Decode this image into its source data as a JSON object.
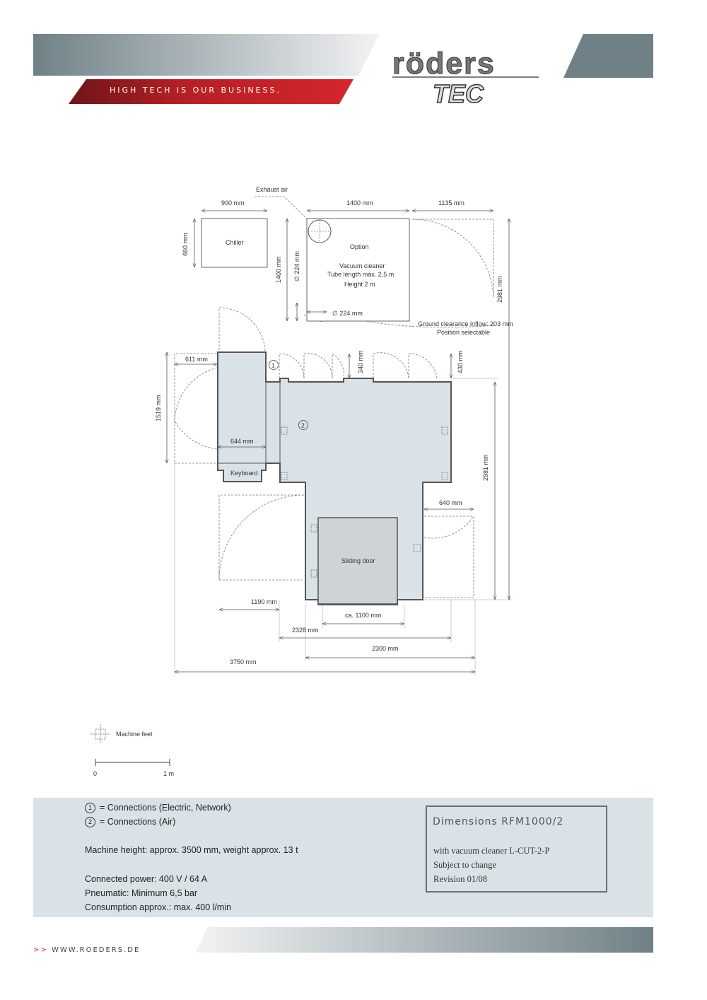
{
  "header": {
    "tagline": "HIGH TECH IS OUR BUSINESS.",
    "brand_top": "röders",
    "brand_bottom": "TEC",
    "colors": {
      "gray": "#6e7f85",
      "red": "#b51f24"
    }
  },
  "drawing": {
    "labels": {
      "exhaust": "Exhaust air",
      "chiller": "Chiller",
      "option": "Option",
      "vac1": "Vacuum cleaner",
      "vac2": "Tube length max. 2,5 m",
      "vac3": "Height 2 m",
      "ground1": "Ground clearance inflow: 203 mm",
      "ground2": "Position selectable",
      "keyboard": "Keyboard",
      "sliding": "Sliding door",
      "c1": "1",
      "c2": "2"
    },
    "dims": {
      "d900": "900 mm",
      "d1400a": "1400 mm",
      "d1135": "1135 mm",
      "d660": "660 mm",
      "d1400v": "1400 mm",
      "d224v": "∅ 224 mm",
      "d224h": "∅ 224 mm",
      "d2981a": "2981 mm",
      "d611": "611 mm",
      "d340": "340 mm",
      "d430": "430 mm",
      "d1519": "1519 mm",
      "d644": "644 mm",
      "d2981b": "2981 mm",
      "d640": "640 mm",
      "d1190": "1190 mm",
      "d1100": "ca. 1100 mm",
      "d2328": "2328 mm",
      "d2300": "2300 mm",
      "d3750": "3750 mm"
    },
    "legend_feet": "Machine feet",
    "scale_0": "0",
    "scale_1": "1 m"
  },
  "info": {
    "c1_num": "1",
    "c1_text": "= Connections (Electric, Network)",
    "c2_num": "2",
    "c2_text": "= Connections (Air)",
    "height": "Machine height: approx. 3500 mm, weight approx. 13 t",
    "power": "Connected power: 400 V / 64 A",
    "pneumatic": "Pneumatic: Minimum 6,5 bar",
    "consumption": "Consumption approx.: max. 400 l/min",
    "box_title": "Dimensions RFM1000/2",
    "box_l1": "with vacuum cleaner L-CUT-2-P",
    "box_l2": "Subject to change",
    "box_l3": "Revision 01/08"
  },
  "footer": {
    "arrows": ">>",
    "url": "WWW.ROEDERS.DE"
  }
}
